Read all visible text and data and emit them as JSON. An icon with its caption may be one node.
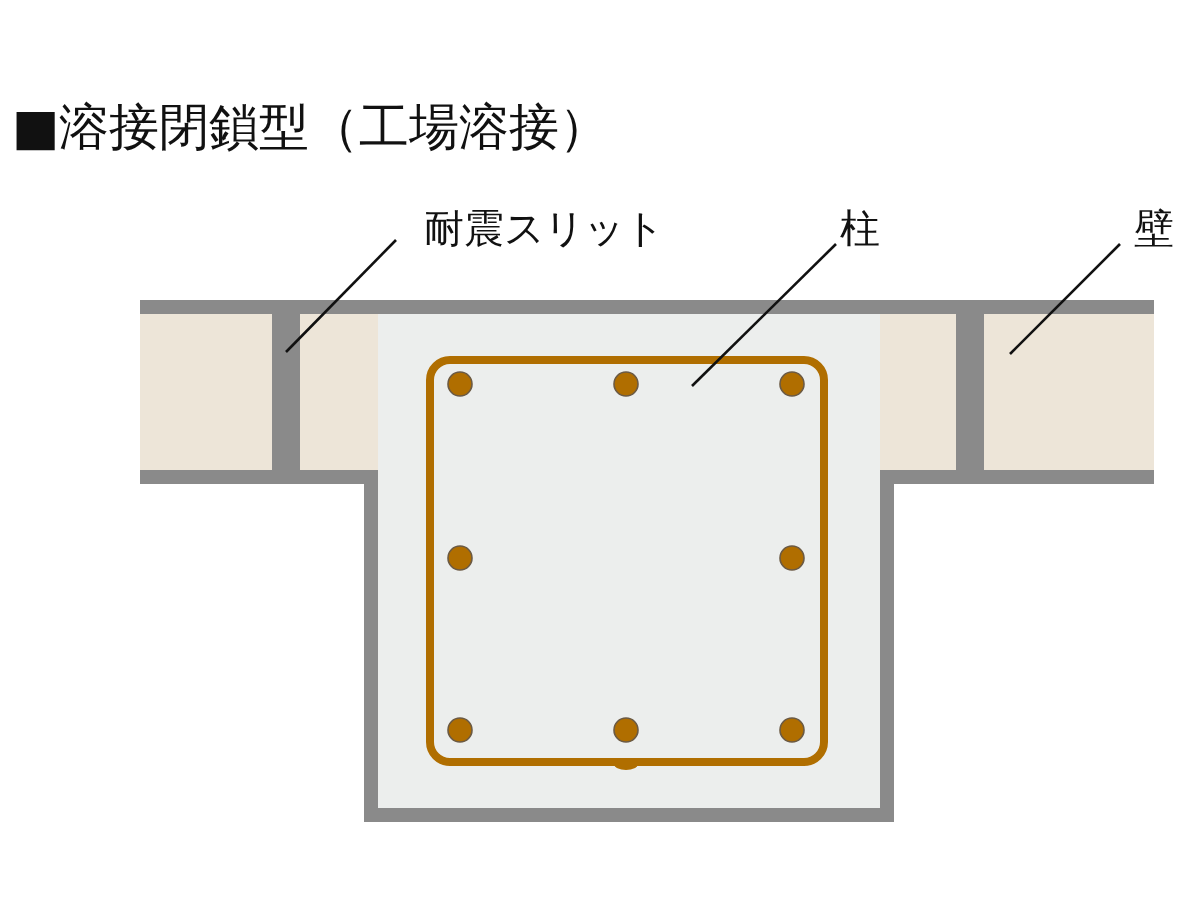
{
  "diagram": {
    "title": "■溶接閉鎖型（工場溶接）",
    "nodes": [
      {
        "text": [
          "耐震スリット"
        ]
      },
      {
        "text": [
          "柱"
        ]
      },
      {
        "text": [
          "壁"
        ]
      },
      {
        "text": [],
        "shape": "bar"
      },
      {
        "text": [],
        "shape": "box"
      },
      {
        "text": [],
        "shape": "box"
      }
    ],
    "edges": [
      {
        "from": 0,
        "to": 3,
        "arrow": "none"
      },
      {
        "from": 1,
        "to": 4,
        "arrow": "none"
      },
      {
        "from": 2,
        "to": 5,
        "arrow": "none"
      }
    ]
  }
}
